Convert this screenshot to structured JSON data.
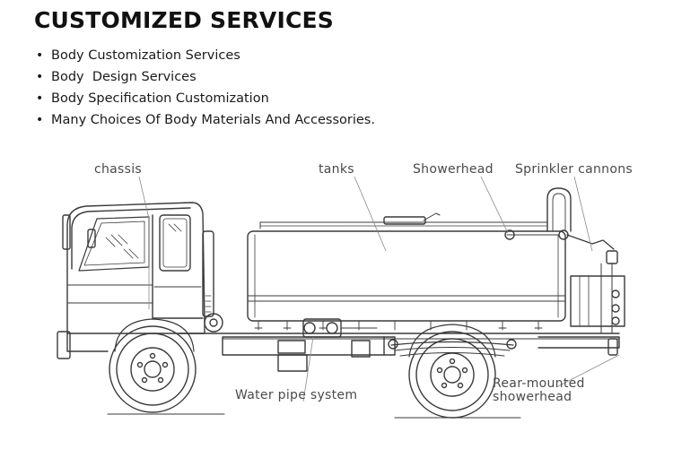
{
  "title": "CUSTOMIZED SERVICES",
  "features": [
    "Body Customization Services",
    "Body  Design Services",
    "Body Specification Customization",
    "Many Choices Of Body Materials And Accessories."
  ],
  "labels": {
    "chassis": "chassis",
    "tanks": "tanks",
    "showerhead": "Showerhead",
    "sprinkler_cannons": "Sprinkler cannons",
    "water_pipe_system": "Water pipe system",
    "rear_showerhead_line1": "Rear-mounted",
    "rear_showerhead_line2": "showerhead"
  }
}
